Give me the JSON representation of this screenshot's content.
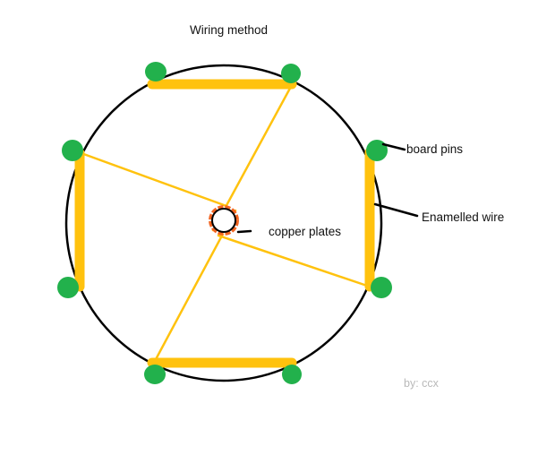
{
  "title": "Wiring method",
  "labels": {
    "board_pins": "board pins",
    "enamelled_wire": "Enamelled wire",
    "copper_plates": "copper plates"
  },
  "credit": "by: ccx",
  "colors": {
    "circle": "#000000",
    "wire": "#ffc20e",
    "pin": "#22b14c",
    "copper_ring": "#f26522",
    "leader": "#000000"
  }
}
